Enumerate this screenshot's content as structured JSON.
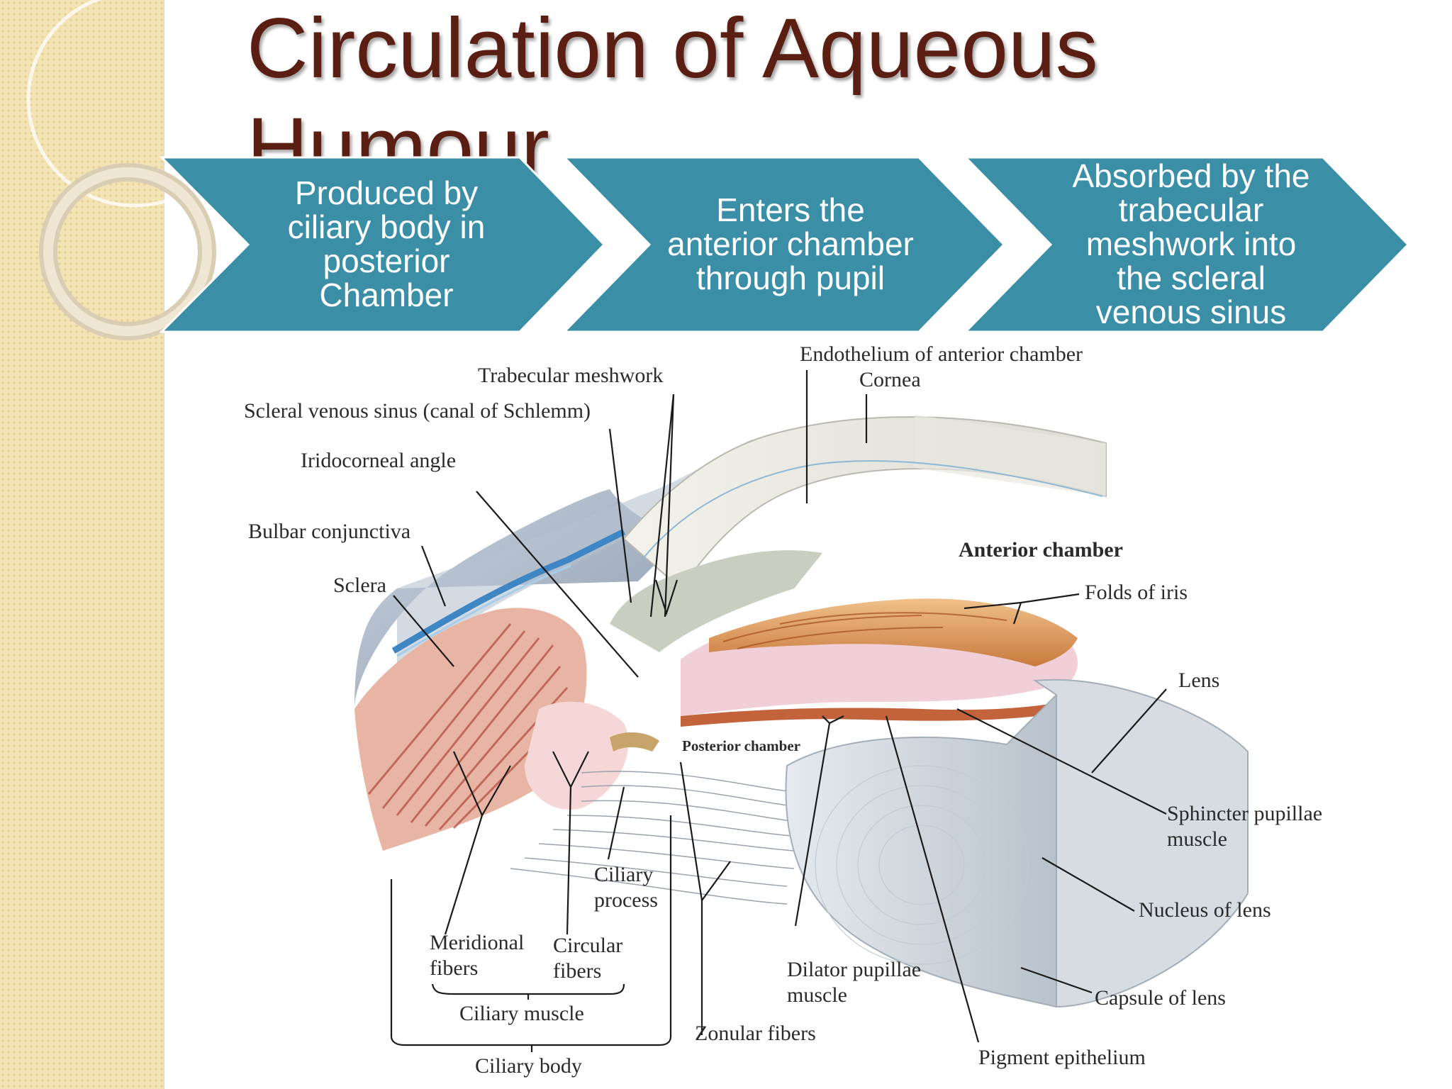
{
  "slide": {
    "title": "Circulation of Aqueous Humour"
  },
  "process_steps": [
    {
      "text": "Produced by ciliary body in posterior Chamber"
    },
    {
      "text": "Enters the anterior chamber through pupil"
    },
    {
      "text": "Absorbed by the trabecular meshwork into the scleral venous sinus"
    }
  ],
  "colors": {
    "chevron": "#3a8ea6",
    "title": "#5a1e12",
    "sidebar": "#f3e4b6"
  },
  "labels": {
    "endothelium": "Endothelium of anterior chamber",
    "cornea": "Cornea",
    "trabecular_meshwork": "Trabecular meshwork",
    "scleral_venous_sinus": "Scleral venous sinus (canal of Schlemm)",
    "iridocorneal_angle": "Iridocorneal angle",
    "bulbar_conjunctiva": "Bulbar conjunctiva",
    "sclera": "Sclera",
    "anterior_chamber": "Anterior chamber",
    "folds_of_iris": "Folds of iris",
    "lens": "Lens",
    "posterior_chamber": "Posterior chamber",
    "sphincter_1": "Sphincter pupillae",
    "sphincter_2": "muscle",
    "ciliary_process_1": "Ciliary",
    "ciliary_process_2": "process",
    "nucleus_of_lens": "Nucleus of lens",
    "meridional_1": "Meridional",
    "meridional_2": "fibers",
    "circular_1": "Circular",
    "circular_2": "fibers",
    "dilator_1": "Dilator pupillae",
    "dilator_2": "muscle",
    "capsule_of_lens": "Capsule of lens",
    "ciliary_muscle": "Ciliary muscle",
    "zonular_fibers": "Zonular fibers",
    "pigment_epithelium": "Pigment epithelium",
    "ciliary_body": "Ciliary body"
  }
}
